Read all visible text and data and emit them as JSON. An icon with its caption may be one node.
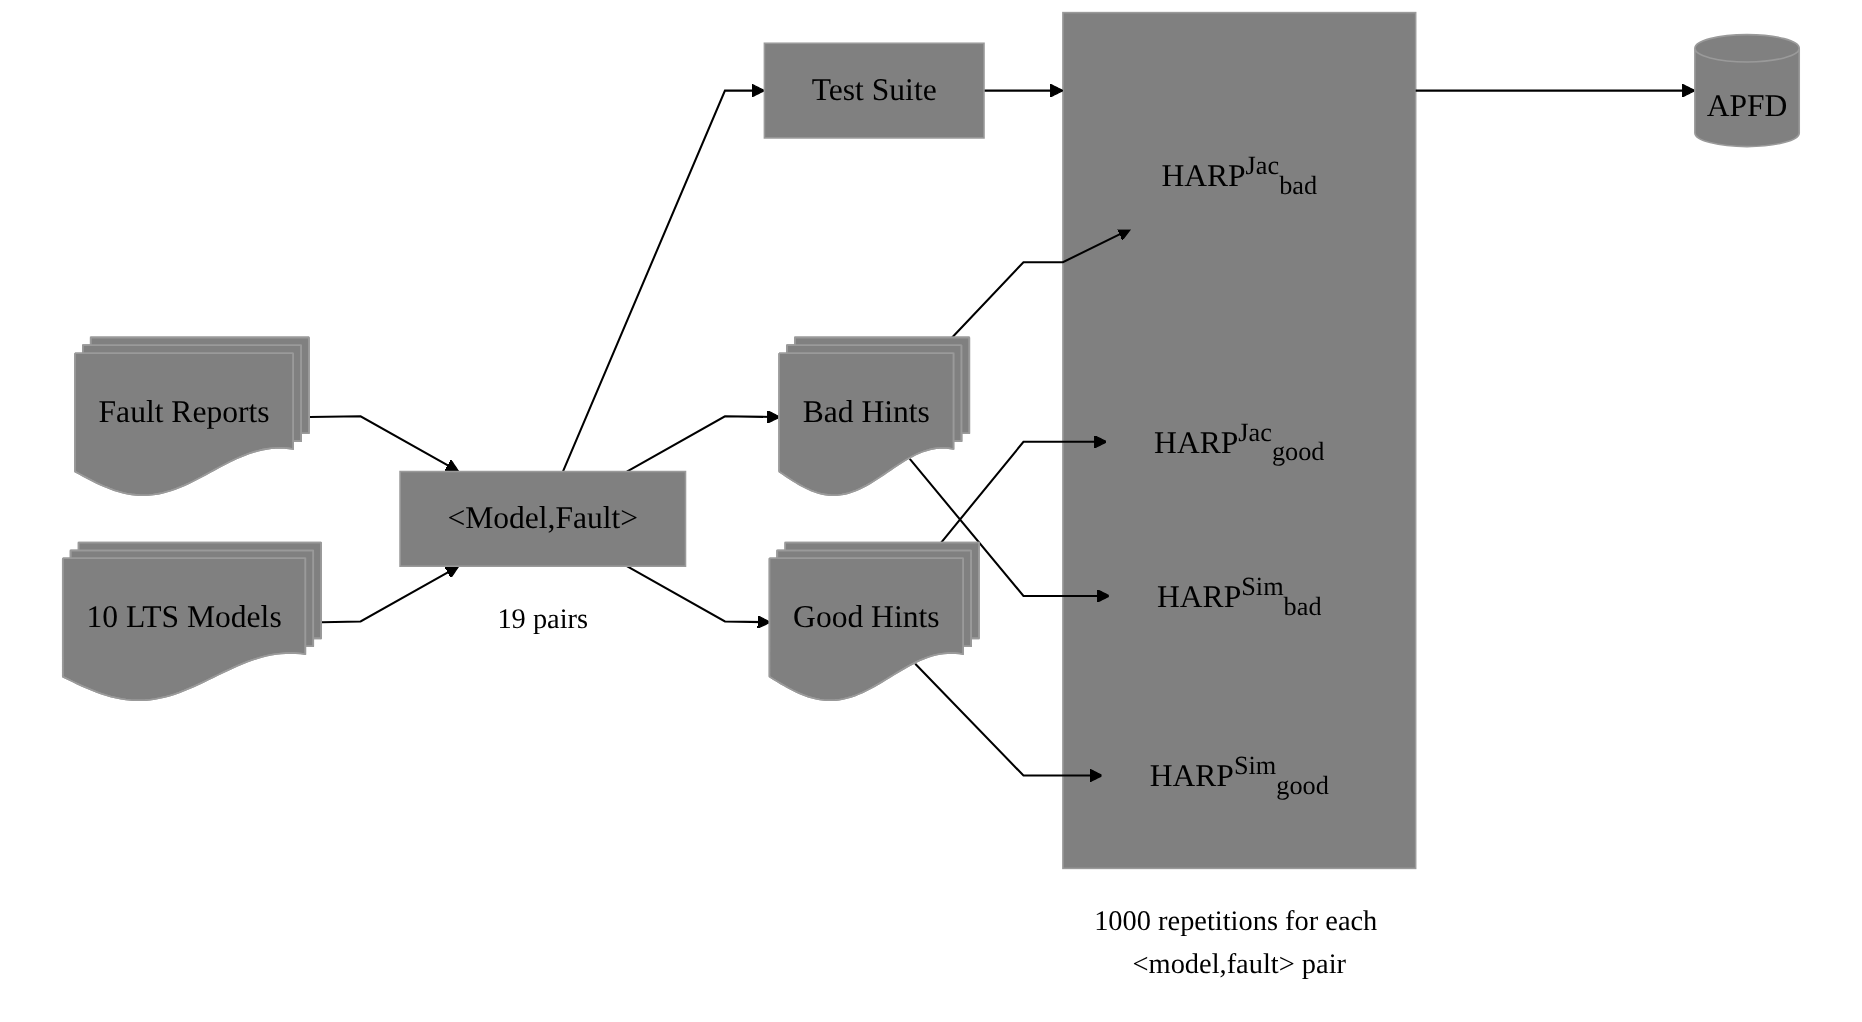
{
  "diagram": {
    "nodes": [
      {
        "text": [
          "10 LTS Models"
        ]
      },
      {
        "text": [
          "Fault Reports"
        ]
      },
      {
        "text": [
          "<Model,Fault>"
        ],
        "beside": [
          "19 pairs"
        ]
      },
      {
        "text": [
          "Test Suite"
        ]
      },
      {
        "text": [
          "Good Hints"
        ]
      },
      {
        "text": [
          "Bad Hints"
        ]
      },
      {
        "text": [],
        "shape": "box",
        "beside": [
          "1000 repetitions for each <model,fault> pair"
        ]
      },
      {
        "text": [
          "HARP$^{Jac}$$_{bad}$"
        ],
        "in": 6
      },
      {
        "text": [
          "HARP$^{Jac}$$_{good}$"
        ],
        "in": 6
      },
      {
        "text": [
          "HARP$^{Sim}$$_{bad}$"
        ],
        "in": 6
      },
      {
        "text": [
          "HARP$^{Sim}$$_{good}$"
        ],
        "in": 6
      },
      {
        "text": [
          "APFD"
        ]
      }
    ],
    "edges": [
      {
        "from": 0,
        "to": 2,
        "arrow": "to"
      },
      {
        "from": 1,
        "to": 2,
        "arrow": "to"
      },
      {
        "from": 2,
        "to": 3,
        "arrow": "to"
      },
      {
        "from": 2,
        "to": 4,
        "arrow": "to"
      },
      {
        "from": 2,
        "to": 5,
        "arrow": "to"
      },
      {
        "from": 3,
        "to": 6,
        "arrow": "to"
      },
      {
        "from": 4,
        "to": 8,
        "arrow": "to"
      },
      {
        "from": 4,
        "to": 10,
        "arrow": "to"
      },
      {
        "from": 5,
        "to": 7,
        "arrow": "to"
      },
      {
        "from": 5,
        "to": 9,
        "arrow": "to"
      },
      {
        "from": 6,
        "to": 11,
        "arrow": "to"
      }
    ]
  }
}
